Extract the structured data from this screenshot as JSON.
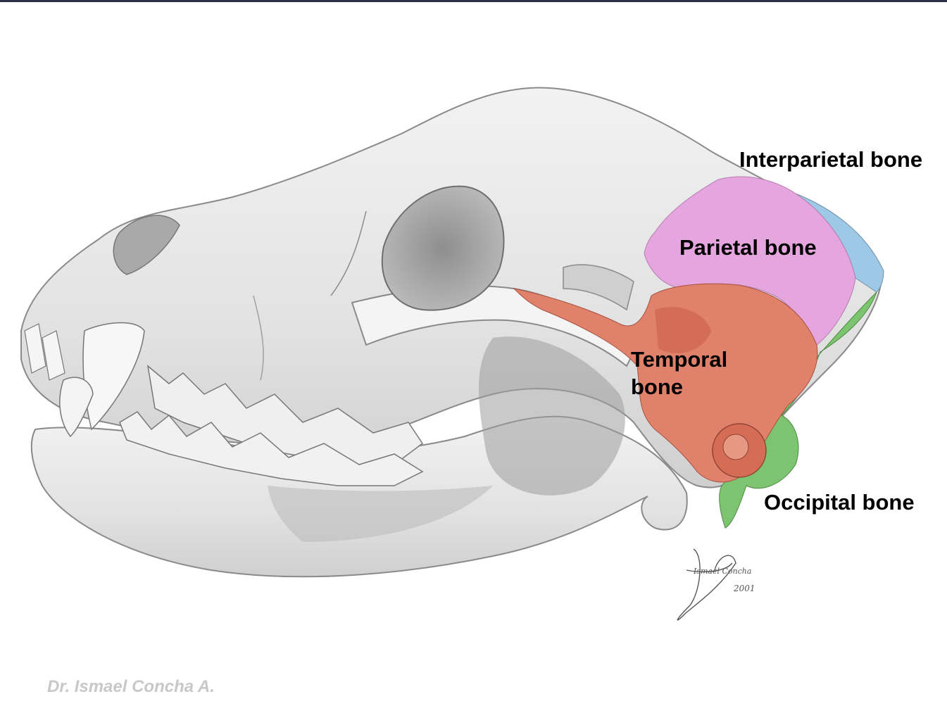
{
  "labels": {
    "interparietal": "Interparietal bone",
    "parietal": "Parietal bone",
    "temporal_line1": "Temporal",
    "temporal_line2": "bone",
    "occipital": "Occipital bone"
  },
  "credit": "Dr. Ismael Concha A.",
  "signature": {
    "name": "Ismael Concha",
    "year": "2001"
  },
  "colors": {
    "parietal": "#e5a6e0",
    "temporal": "#e0816c",
    "occipital": "#7cc46f",
    "interparietal": "#9ec9e6",
    "bone": "#e9e9e9",
    "bone_shadow": "#b8b8b8",
    "credit_text": "#c8c8c8"
  }
}
